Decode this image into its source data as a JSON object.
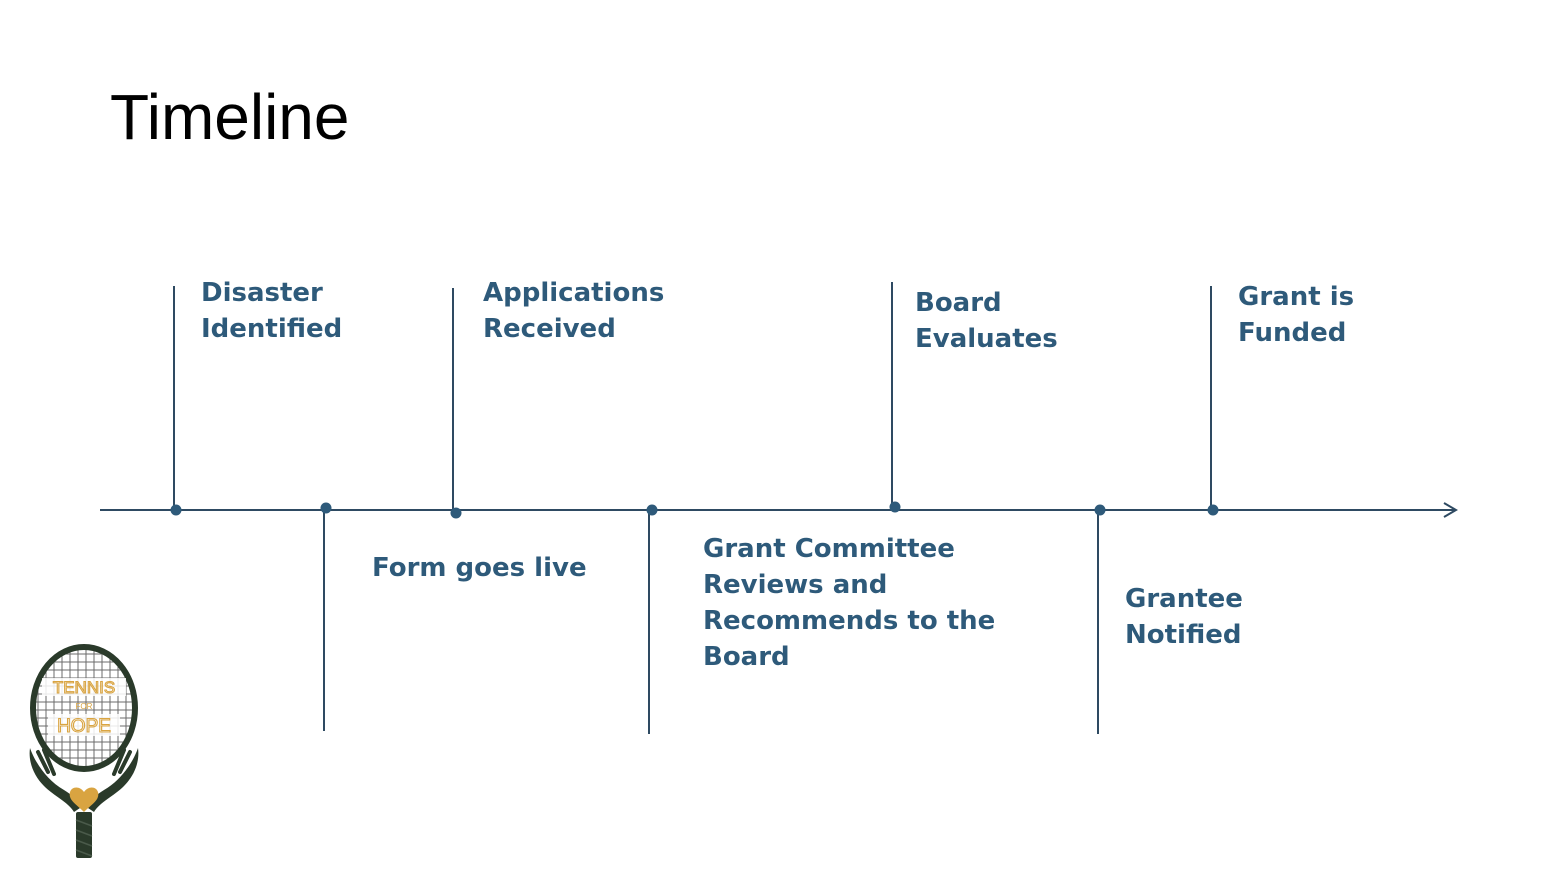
{
  "slide": {
    "title": "Timeline"
  },
  "timeline": {
    "line_color": "#2e4a62",
    "marker_color": "#2e5a7a",
    "label_color": "#2e5a7a",
    "events": [
      {
        "label": "Disaster Identified",
        "placement": "above"
      },
      {
        "label": "Form goes live",
        "placement": "below"
      },
      {
        "label": "Applications Received",
        "placement": "above"
      },
      {
        "label": "Grant Committee Reviews and Recommends to the Board",
        "placement": "below"
      },
      {
        "label": "Board Evaluates",
        "placement": "above"
      },
      {
        "label": "Grantee Notified",
        "placement": "below"
      },
      {
        "label": "Grant is Funded",
        "placement": "above"
      }
    ]
  },
  "logo": {
    "line1": "TENNIS",
    "line2": "FOR",
    "line3": "HOPE",
    "frame_color": "#2a3a2a",
    "accent_color": "#d9a441"
  }
}
